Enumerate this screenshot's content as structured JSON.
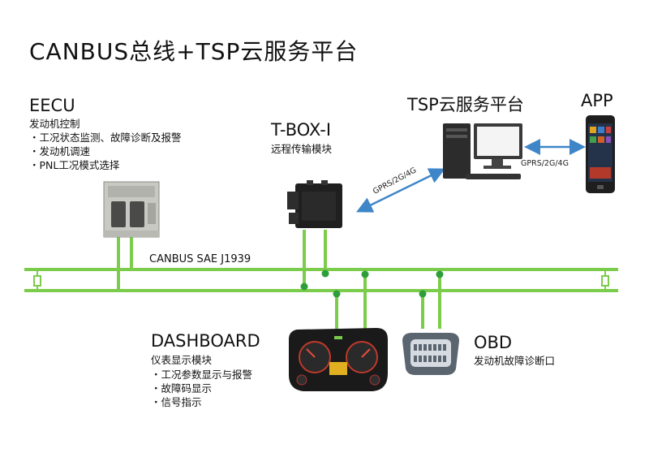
{
  "title": "CANBUS总线+TSP云服务平台",
  "eecu": {
    "name": "EECU",
    "desc": "发动机控制",
    "items": [
      "・工况状态监测、故障诊断及报警",
      "・发动机调速",
      "・PNL工况模式选择"
    ]
  },
  "tbox": {
    "name": "T-BOX-Ⅰ",
    "desc": "远程传输模块"
  },
  "tsp": {
    "name": "TSP云服务平台"
  },
  "app": {
    "name": "APP"
  },
  "links": {
    "tbox_tsp": "GPRS/2G/4G",
    "tsp_app": "GPRS/2G/4G"
  },
  "bus": {
    "label": "CANBUS SAE J1939"
  },
  "dashboard": {
    "name": "DASHBOARD",
    "desc": "仪表显示模块",
    "items": [
      "・工况参数显示与报警",
      "・故障码显示",
      "・信号指示"
    ]
  },
  "obd": {
    "name": "OBD",
    "desc": "发动机故障诊断口"
  },
  "colors": {
    "bus": "#7ccc4c",
    "node": "#2e9e3a",
    "arrow": "#3f86c8"
  },
  "icons": [
    "ecu-module-icon",
    "tbox-device-icon",
    "desktop-computer-icon",
    "smartphone-icon",
    "instrument-cluster-icon",
    "obd-connector-icon"
  ]
}
